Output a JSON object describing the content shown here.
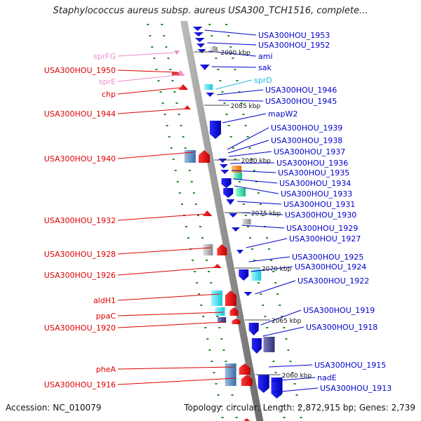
{
  "title": "Staphylococcus aureus subsp. aureus USA300_TCH1516, complete...",
  "accession": "Accession: NC_010079",
  "topology": "Topology: circular; Length: 2,872,915 bp; Genes: 2,739",
  "left_labels": [
    {
      "text": "sprFG",
      "color": "#f08cc8"
    },
    {
      "text": "USA300HOU_1950",
      "color": "#dd0000"
    },
    {
      "text": "sprE",
      "color": "#f08cc8"
    },
    {
      "text": "chp",
      "color": "#dd0000"
    },
    {
      "text": "USA300HOU_1944",
      "color": "#dd0000"
    },
    {
      "text": "USA300HOU_1940",
      "color": "#dd0000"
    },
    {
      "text": "USA300HOU_1932",
      "color": "#dd0000"
    },
    {
      "text": "USA300HOU_1928",
      "color": "#dd0000"
    },
    {
      "text": "USA300HOU_1926",
      "color": "#dd0000"
    },
    {
      "text": "aldH1",
      "color": "#dd0000"
    },
    {
      "text": "ppaC",
      "color": "#dd0000"
    },
    {
      "text": "USA300HOU_1920",
      "color": "#dd0000"
    },
    {
      "text": "pheA",
      "color": "#dd0000"
    },
    {
      "text": "USA300HOU_1916",
      "color": "#dd0000"
    }
  ],
  "right_labels": [
    {
      "text": "USA300HOU_1953",
      "color": "#0000cc"
    },
    {
      "text": "USA300HOU_1952",
      "color": "#0000cc"
    },
    {
      "text": "ami",
      "color": "#0000cc"
    },
    {
      "text": "sak",
      "color": "#0000cc"
    },
    {
      "text": "sprD",
      "color": "#22bbdd"
    },
    {
      "text": "USA300HOU_1946",
      "color": "#0000cc"
    },
    {
      "text": "USA300HOU_1945",
      "color": "#0000cc"
    },
    {
      "text": "mapW2",
      "color": "#0000cc"
    },
    {
      "text": "USA300HOU_1939",
      "color": "#0000cc"
    },
    {
      "text": "USA300HOU_1938",
      "color": "#0000cc"
    },
    {
      "text": "USA300HOU_1937",
      "color": "#0000cc"
    },
    {
      "text": "USA300HOU_1936",
      "color": "#0000cc"
    },
    {
      "text": "USA300HOU_1935",
      "color": "#0000cc"
    },
    {
      "text": "USA300HOU_1934",
      "color": "#0000cc"
    },
    {
      "text": "USA300HOU_1933",
      "color": "#0000cc"
    },
    {
      "text": "USA300HOU_1931",
      "color": "#0000cc"
    },
    {
      "text": "USA300HOU_1930",
      "color": "#0000cc"
    },
    {
      "text": "USA300HOU_1929",
      "color": "#0000cc"
    },
    {
      "text": "USA300HOU_1927",
      "color": "#0000cc"
    },
    {
      "text": "USA300HOU_1925",
      "color": "#0000cc"
    },
    {
      "text": "USA300HOU_1924",
      "color": "#0000cc"
    },
    {
      "text": "USA300HOU_1922",
      "color": "#0000cc"
    },
    {
      "text": "USA300HOU_1919",
      "color": "#0000cc"
    },
    {
      "text": "USA300HOU_1918",
      "color": "#0000cc"
    },
    {
      "text": "USA300HOU_1915",
      "color": "#0000cc"
    },
    {
      "text": "nadE",
      "color": "#0000cc"
    },
    {
      "text": "USA300HOU_1913",
      "color": "#0000cc"
    }
  ],
  "kbp_labels": [
    "2090 kbp",
    "2085 kbp",
    "2080 kbp",
    "2075 kbp",
    "2070 kbp",
    "2065 kbp",
    "2060 kbp"
  ]
}
